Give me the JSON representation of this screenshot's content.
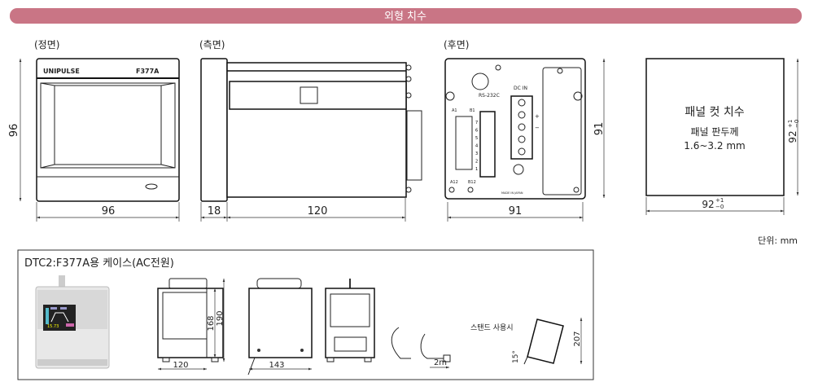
{
  "header": {
    "title": "외형 치수",
    "color": "#c97585"
  },
  "views": {
    "front": {
      "label": "(정면)",
      "brand": "UNIPULSE",
      "model": "F377A",
      "width": "96",
      "height": "96"
    },
    "side": {
      "label": "(측면)",
      "bezel_depth": "18",
      "body_depth": "120"
    },
    "rear": {
      "label": "(후면)",
      "rs232c": "RS-232C",
      "dc_in": "DC IN",
      "plus": "+",
      "minus": "−",
      "made_in": "MADE IN JAPAN",
      "a1": "A1",
      "b1": "B1",
      "a12": "A12",
      "b12": "B12",
      "width": "91",
      "height": "91",
      "terminal_numbers": [
        "7",
        "6",
        "5",
        "4",
        "3",
        "2",
        "1"
      ]
    },
    "panel_cut": {
      "title": "패널 컷 치수",
      "thickness_label": "패널 판두께",
      "thickness_value": "1.6~3.2 mm",
      "width": "92",
      "height": "92",
      "tol_plus": "+1",
      "tol_minus": "−0"
    }
  },
  "unit_note": "단위: mm",
  "case_box": {
    "title": "DTC2:F377A용 케이스(AC전원)",
    "photo_readout": "15.73",
    "front_width": "120",
    "inner_height": "168",
    "total_height": "190",
    "side_depth": "143",
    "cable_length": "2m",
    "stand_label": "스탠드 사용시",
    "stand_angle": "15°",
    "stand_height": "207"
  }
}
